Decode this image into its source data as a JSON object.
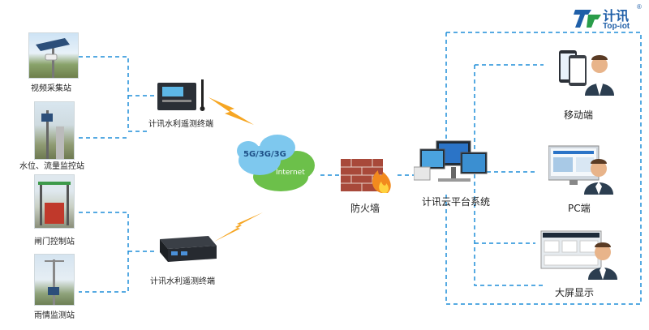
{
  "logo": {
    "brand_cn": "计讯",
    "brand_en": "Top-iot",
    "registered": "®"
  },
  "stations": [
    {
      "label": "视频采集站"
    },
    {
      "label": "水位、流量监控站"
    },
    {
      "label": "闸门控制站"
    },
    {
      "label": "雨情监测站"
    }
  ],
  "terminals": [
    {
      "label": "计讯水利遥测终端"
    },
    {
      "label": "计讯水利遥测终端"
    }
  ],
  "cloud": {
    "network": "5G/3G/3G",
    "internet": "Internet"
  },
  "firewall": {
    "label": "防火墙"
  },
  "platform": {
    "label": "计讯云平台系统"
  },
  "clients": [
    {
      "label": "移动端"
    },
    {
      "label": "PC端"
    },
    {
      "label": "大屏显示"
    }
  ],
  "colors": {
    "line": "#1f8ed8",
    "lightning": "#f6a623",
    "cloud_blue": "#7ec8ee",
    "cloud_green": "#6cc04a",
    "brick": "#a8493a"
  }
}
